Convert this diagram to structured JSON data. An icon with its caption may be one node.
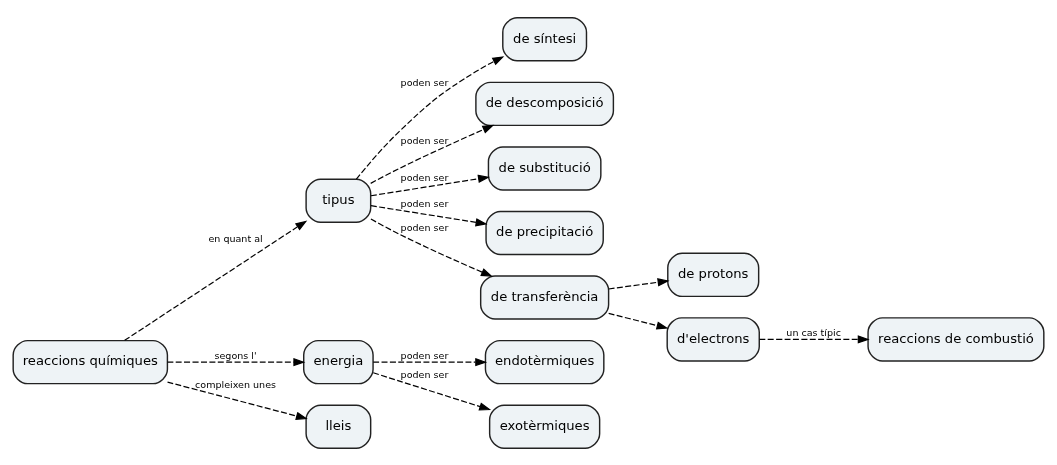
{
  "diagram": {
    "nodes": [
      {
        "text": [
          "reaccions químiques"
        ]
      },
      {
        "text": [
          "tipus"
        ]
      },
      {
        "text": [
          "de síntesi"
        ]
      },
      {
        "text": [
          "de descomposició"
        ]
      },
      {
        "text": [
          "de substitució"
        ]
      },
      {
        "text": [
          "de precipitació"
        ]
      },
      {
        "text": [
          "de transferència"
        ]
      },
      {
        "text": [
          "de protons"
        ]
      },
      {
        "text": [
          "d'electrons"
        ]
      },
      {
        "text": [
          "reaccions de combustió"
        ]
      },
      {
        "text": [
          "energia"
        ]
      },
      {
        "text": [
          "endotèrmiques"
        ]
      },
      {
        "text": [
          "exotèrmiques"
        ]
      },
      {
        "text": [
          "lleis"
        ]
      }
    ],
    "edges": [
      {
        "from": 0,
        "to": 1,
        "arrow": "to",
        "label": "en quant al"
      },
      {
        "from": 1,
        "to": 2,
        "arrow": "to",
        "label": "poden ser"
      },
      {
        "from": 1,
        "to": 3,
        "arrow": "to",
        "label": "poden ser"
      },
      {
        "from": 1,
        "to": 4,
        "arrow": "to",
        "label": "poden ser"
      },
      {
        "from": 1,
        "to": 5,
        "arrow": "to",
        "label": "poden ser"
      },
      {
        "from": 1,
        "to": 6,
        "arrow": "to",
        "label": "poden ser"
      },
      {
        "from": 6,
        "to": 7,
        "arrow": "to"
      },
      {
        "from": 6,
        "to": 8,
        "arrow": "to"
      },
      {
        "from": 8,
        "to": 9,
        "arrow": "to",
        "label": "un cas típic"
      },
      {
        "from": 0,
        "to": 10,
        "arrow": "to",
        "label": "segons l'"
      },
      {
        "from": 10,
        "to": 11,
        "arrow": "to",
        "label": "poden ser"
      },
      {
        "from": 10,
        "to": 12,
        "arrow": "to",
        "label": "poden ser"
      },
      {
        "from": 0,
        "to": 13,
        "arrow": "to",
        "label": "compleixen unes"
      }
    ]
  }
}
